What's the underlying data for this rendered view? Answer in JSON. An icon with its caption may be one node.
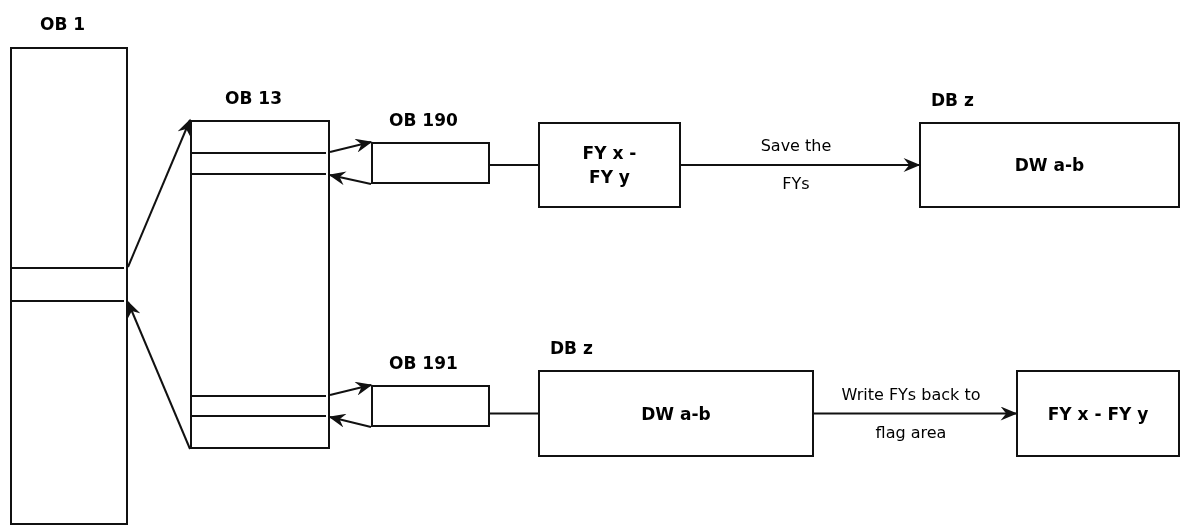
{
  "diagram": {
    "nodes": [
      {
        "text": [
          "OB 1"
        ]
      },
      {
        "text": [],
        "shape": "box",
        "in": 0
      },
      {
        "text": [
          "OB 13"
        ]
      },
      {
        "text": [],
        "shape": "box",
        "in": 2
      },
      {
        "text": [],
        "shape": "box",
        "in": 2
      },
      {
        "text": [
          "OB 190"
        ]
      },
      {
        "text": [
          "FY x - FY y"
        ]
      },
      {
        "text": [
          "DB z",
          "DW a-b"
        ]
      },
      {
        "text": [
          "OB 191"
        ]
      },
      {
        "text": [
          "DB z",
          "DW a-b"
        ]
      },
      {
        "text": [
          "FY x - FY y"
        ]
      }
    ],
    "edges": [
      {
        "from": 1,
        "to": 2,
        "arrow": "to"
      },
      {
        "from": 2,
        "to": 1,
        "arrow": "to"
      },
      {
        "from": 3,
        "to": 5,
        "arrow": "to"
      },
      {
        "from": 5,
        "to": 3,
        "arrow": "to"
      },
      {
        "from": 4,
        "to": 8,
        "arrow": "to"
      },
      {
        "from": 8,
        "to": 4,
        "arrow": "to"
      },
      {
        "from": 5,
        "to": 6,
        "arrow": "none"
      },
      {
        "from": 6,
        "to": 7,
        "arrow": "to",
        "label": "Save the FYs"
      },
      {
        "from": 8,
        "to": 9,
        "arrow": "none"
      },
      {
        "from": 9,
        "to": 10,
        "arrow": "to",
        "label": "Write FYs back to flag area"
      }
    ]
  }
}
